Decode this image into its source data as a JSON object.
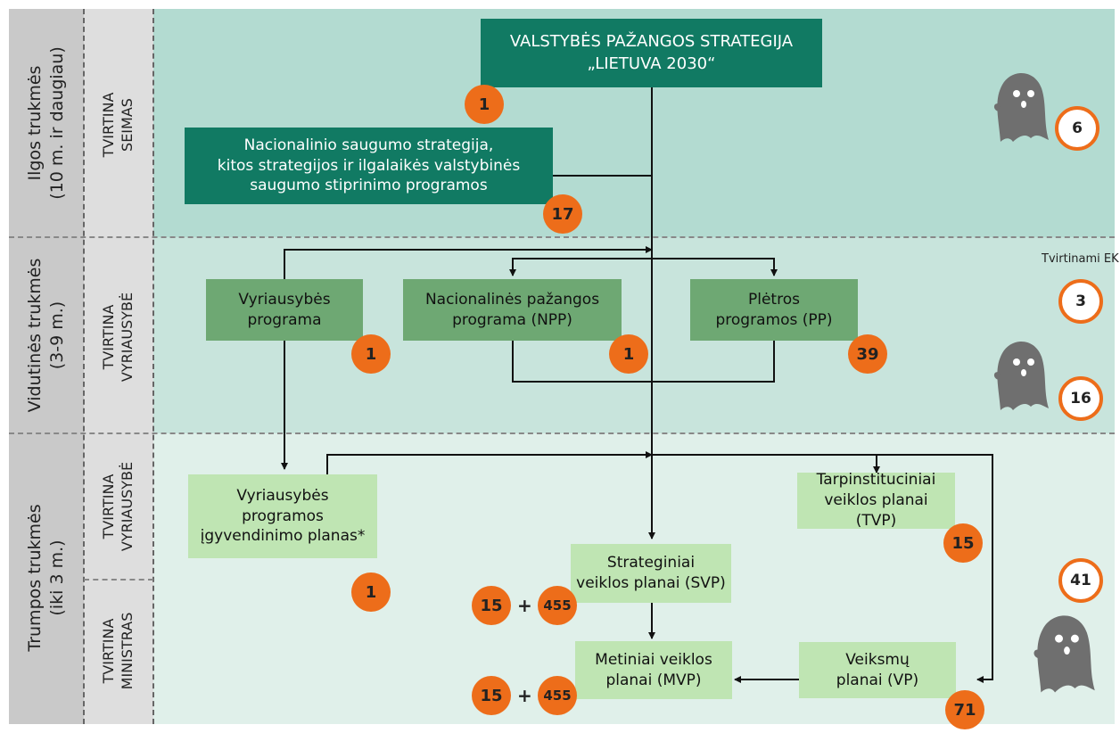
{
  "rows": {
    "long": "Ilgos trukmės\n(10 m. ir daugiau)",
    "medium": "Vidutinės trukmės\n(3-9 m.)",
    "short": "Trumpos trukmės\n(iki 3 m.)"
  },
  "approvers": {
    "seimas": "TVIRTINA\nSEIMAS",
    "vyriausybe_medium": "TVIRTINA\nVYRIAUSYBĖ",
    "vyriausybe_short": "TVIRTINA\nVYRIAUSYBĖ",
    "ministras": "TVIRTINA\nMINISTRAS"
  },
  "boxes": {
    "strategy": "VALSTYBĖS PAŽANGOS STRATEGIJA\n„LIETUVA 2030“",
    "security": "Nacionalinio saugumo strategija,\nkitos strategijos ir ilgalaikės valstybinės\nsaugumo stiprinimo programos",
    "gov_program": "Vyriausybės\nprograma",
    "npp": "Nacionalinės pažangos\nprograma (NPP)",
    "pp": "Plėtros\nprogramos (PP)",
    "gov_impl": "Vyriausybės\nprogramos\nįgyvendinimo planas*",
    "tvp": "Tarpinstituciniai\nveiklos planai (TVP)",
    "svp": "Strateginiai\nveiklos planai (SVP)",
    "mvp": "Metiniai veiklos\nplanai (MVP)",
    "vp": "Veiksmų\nplanai (VP)"
  },
  "badges": {
    "strategy": "1",
    "security": "17",
    "gov_program": "1",
    "npp": "1",
    "pp": "39",
    "gov_impl": "1",
    "tvp": "15",
    "svp_a": "15",
    "svp_b": "455",
    "mvp_a": "15",
    "mvp_b": "455",
    "vp": "71",
    "plus": "+"
  },
  "side": {
    "long": "6",
    "ek_note": "Tvirtinami EK",
    "ek": "3",
    "medium": "16",
    "short": "41"
  },
  "colors": {
    "dark_box": "#117a63",
    "mid_box": "#6ea873",
    "light_box": "#bfe5b3",
    "badge": "#ed6d1a",
    "ghost": "#6f6f6f"
  },
  "icons": [
    "ghost-icon"
  ]
}
